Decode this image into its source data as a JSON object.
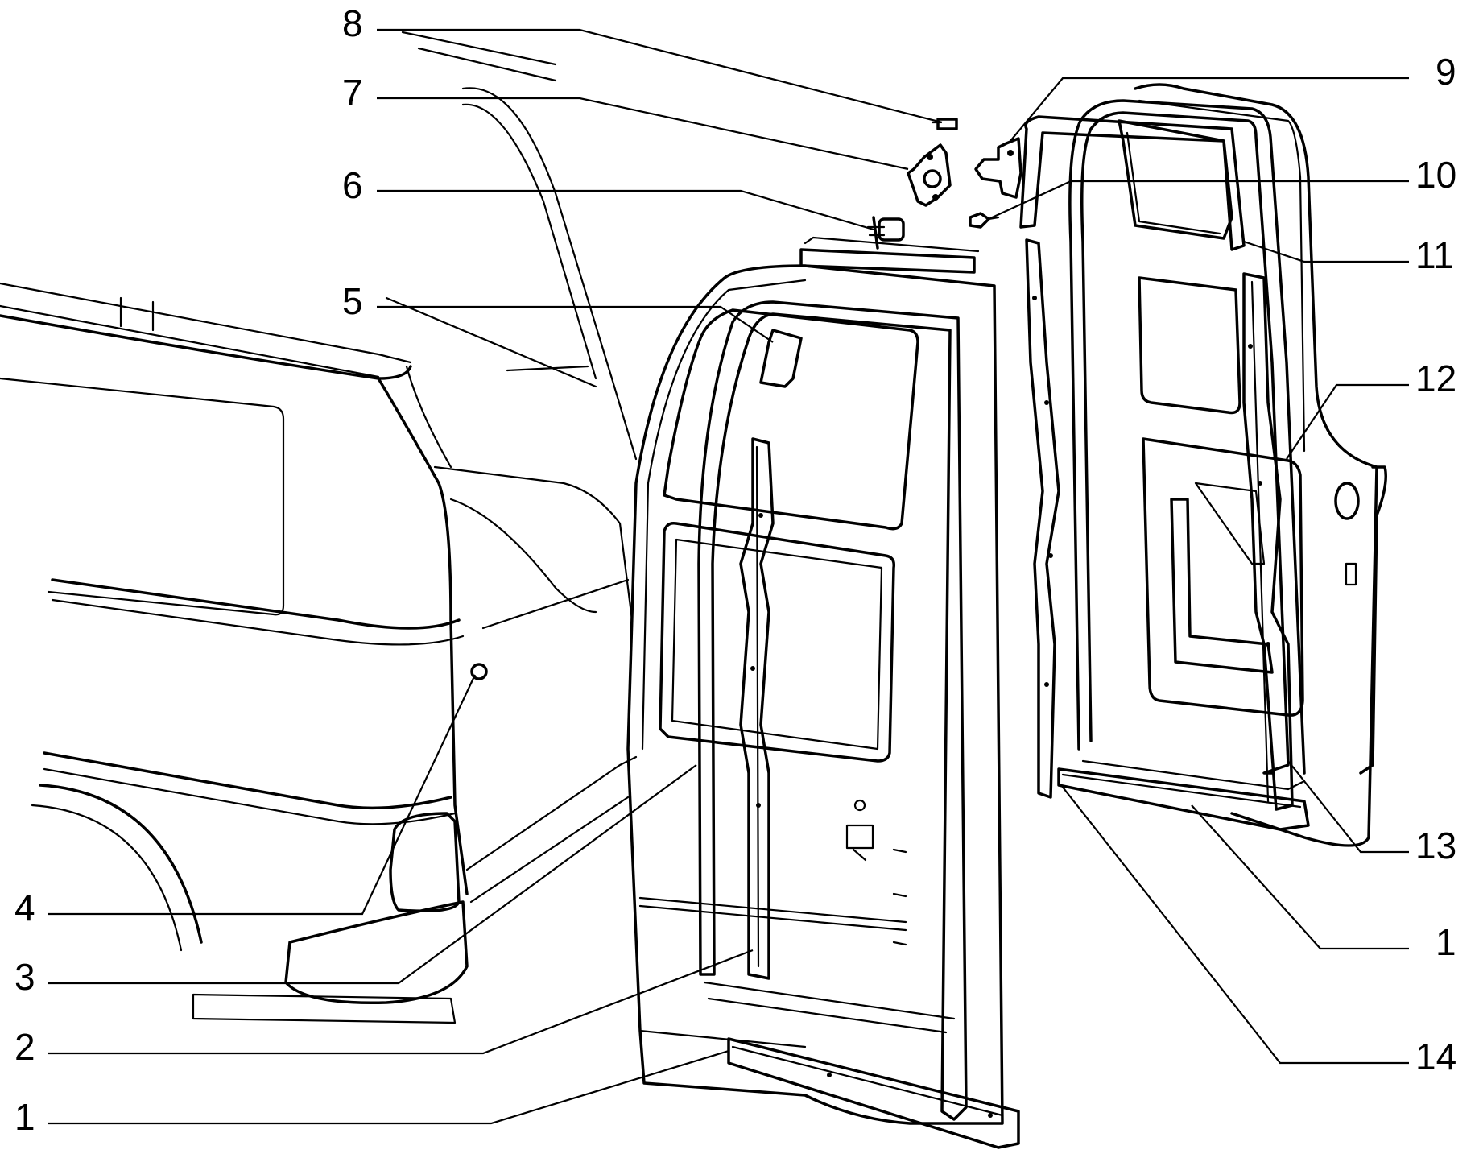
{
  "diagram": {
    "callouts": [
      {
        "id": "8",
        "label": "8"
      },
      {
        "id": "7",
        "label": "7"
      },
      {
        "id": "6",
        "label": "6"
      },
      {
        "id": "5",
        "label": "5"
      },
      {
        "id": "4",
        "label": "4"
      },
      {
        "id": "3",
        "label": "3"
      },
      {
        "id": "2",
        "label": "2"
      },
      {
        "id": "1a",
        "label": "1"
      },
      {
        "id": "9",
        "label": "9"
      },
      {
        "id": "10",
        "label": "10"
      },
      {
        "id": "11",
        "label": "11"
      },
      {
        "id": "12",
        "label": "12"
      },
      {
        "id": "13",
        "label": "13"
      },
      {
        "id": "1b",
        "label": "1"
      },
      {
        "id": "14",
        "label": "14"
      }
    ],
    "colors": {
      "line": "#000000",
      "background": "#ffffff"
    }
  }
}
